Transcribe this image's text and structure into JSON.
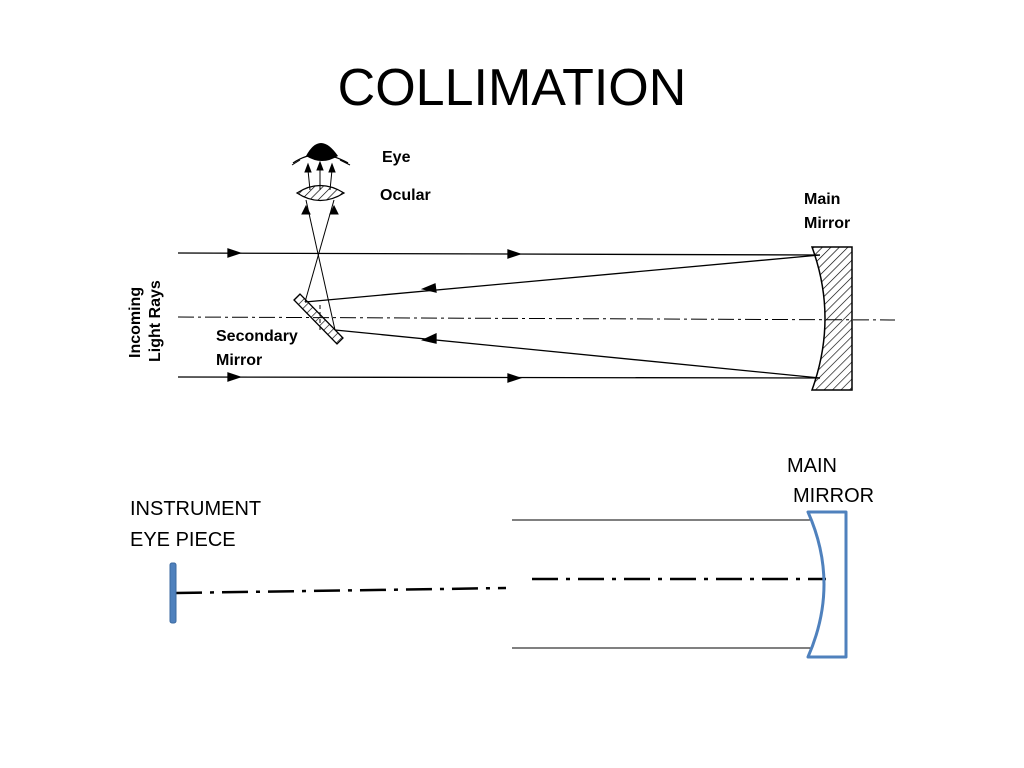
{
  "slide": {
    "title": "COLLIMATION"
  },
  "top_diagram": {
    "labels": {
      "eye": "Eye",
      "ocular": "Ocular",
      "main_mirror_line1": "Main",
      "main_mirror_line2": "Mirror",
      "incoming_line1": "Incoming",
      "incoming_line2": "Light Rays",
      "secondary_line1": "Secondary",
      "secondary_line2": "Mirror"
    }
  },
  "bottom_diagram": {
    "labels": {
      "main_mirror_line1": "MAIN",
      "main_mirror_line2": "MIRROR",
      "eyepiece_line1": "INSTRUMENT",
      "eyepiece_line2": "EYE PIECE"
    },
    "colors": {
      "mirror_outline": "#4f81bd",
      "eyepiece": "#4f81bd"
    }
  }
}
